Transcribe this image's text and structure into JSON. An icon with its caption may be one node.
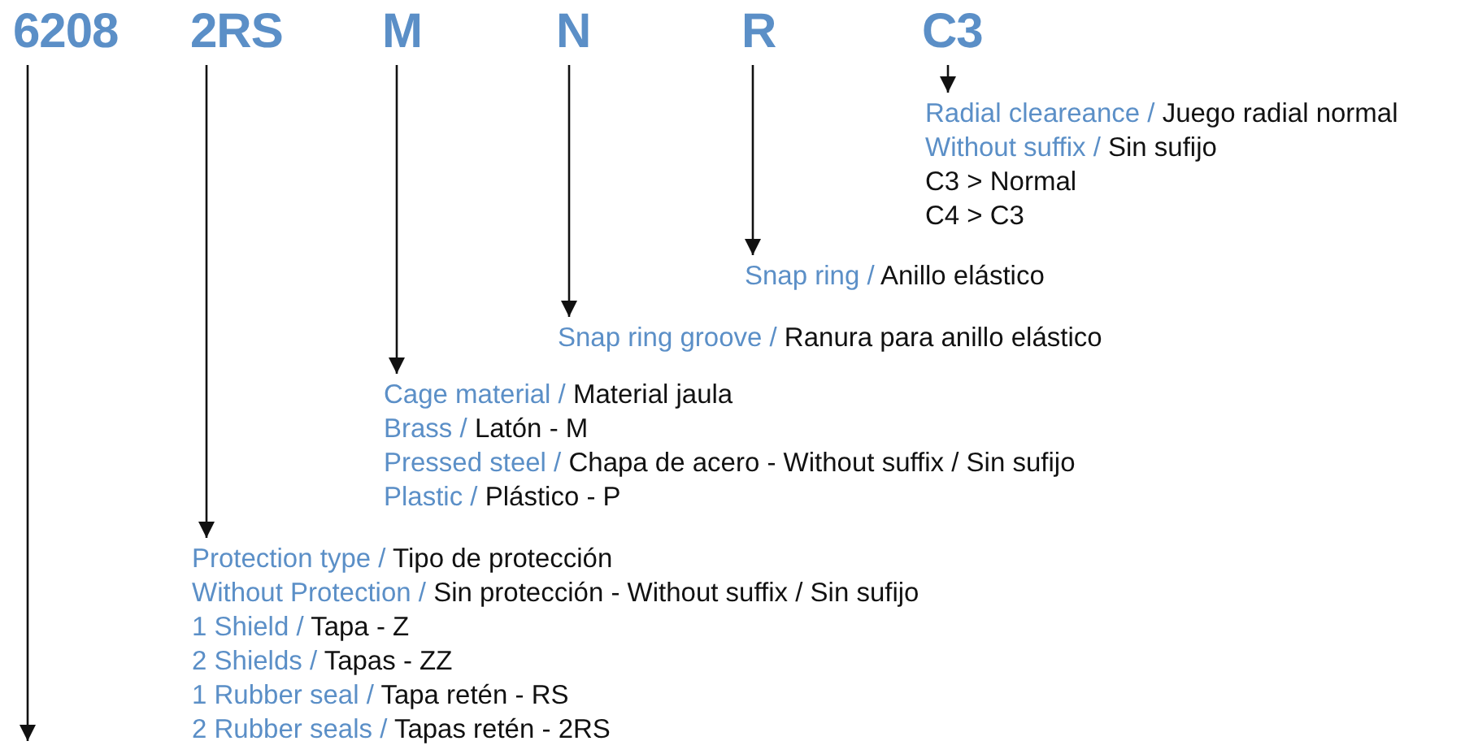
{
  "diagram": {
    "nodes": [
      {
        "text": [
          "6208"
        ]
      },
      {
        "text": [
          "2RS"
        ]
      },
      {
        "text": [
          "M"
        ]
      },
      {
        "text": [
          "N"
        ]
      },
      {
        "text": [
          "R"
        ]
      },
      {
        "text": [
          "C3"
        ]
      },
      {
        "text": [
          "Radial cleareance / Juego radial normal",
          "Without suffix / Sin sufijo",
          "C3 > Normal",
          "C4 > C3"
        ]
      },
      {
        "text": [
          "Snap ring / Anillo elástico"
        ]
      },
      {
        "text": [
          "Snap ring groove / Ranura para anillo elástico"
        ]
      },
      {
        "text": [
          "Cage material / Material jaula",
          "Brass / Latón - M",
          "Pressed steel / Chapa de acero - Without suffix / Sin sufijo",
          "Plastic / Plástico - P"
        ]
      },
      {
        "text": [
          "Protection type / Tipo de protección",
          "Without Protection / Sin protección - Without suffix / Sin sufijo",
          "1 Shield / Tapa - Z",
          "2 Shields / Tapas - ZZ",
          "1 Rubber seal / Tapa retén - RS",
          "2 Rubber seals / Tapas retén - 2RS"
        ]
      }
    ],
    "edges": [
      {
        "from": 0,
        "to": null,
        "arrow": "to"
      },
      {
        "from": 1,
        "to": 10,
        "arrow": "to"
      },
      {
        "from": 2,
        "to": 9,
        "arrow": "to"
      },
      {
        "from": 3,
        "to": 8,
        "arrow": "to"
      },
      {
        "from": 4,
        "to": 7,
        "arrow": "to"
      },
      {
        "from": 5,
        "to": 6,
        "arrow": "to"
      }
    ]
  }
}
